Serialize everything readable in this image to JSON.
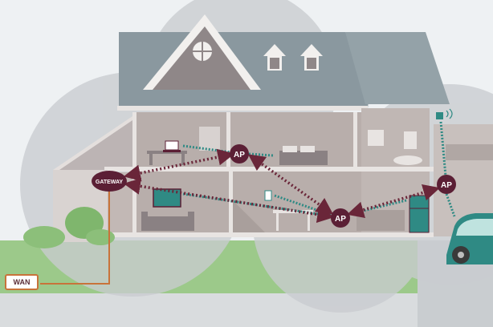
{
  "diagram": {
    "nodes": {
      "gateway": {
        "label": "GATEWAY"
      },
      "ap_upper": {
        "label": "AP"
      },
      "ap_lower": {
        "label": "AP"
      },
      "ap_garage": {
        "label": "AP"
      },
      "wan": {
        "label": "WAN"
      }
    },
    "colors": {
      "node_fill": "#5b1f35",
      "link_dots": "#6a2639",
      "wireless": "#2f8a84",
      "wan_line": "#c8733a",
      "coverage": "#c9ccd0",
      "house_wall": "#b5a9a6",
      "roof": "#8a989f",
      "lawn": "#9cc98a",
      "car": "#2f8a84"
    },
    "icons": [
      "laptop-icon",
      "tv-icon",
      "speaker-icon",
      "fridge-icon",
      "car-icon",
      "camera-icon"
    ]
  }
}
